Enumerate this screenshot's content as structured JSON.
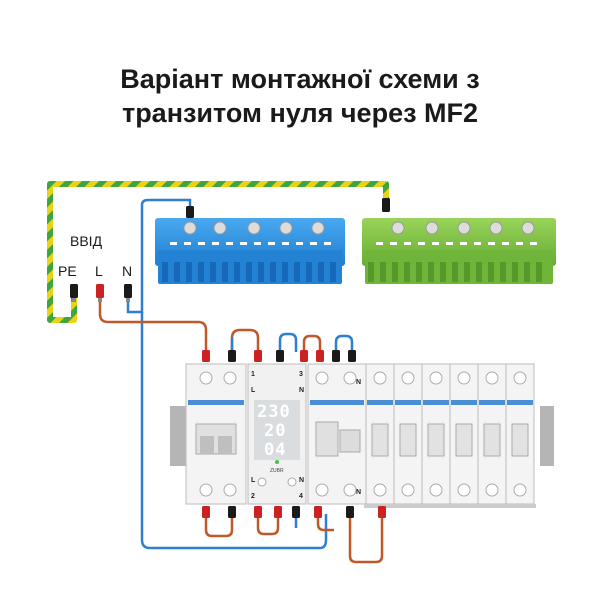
{
  "title": {
    "line1": "Варіант монтажної схеми з",
    "line2": "транзитом нуля через MF2"
  },
  "input": {
    "label": "ВВІД",
    "pe": "PE",
    "l": "L",
    "n": "N"
  },
  "relay": {
    "voltage": "230",
    "current": "20",
    "power": "04",
    "brand": "ZUBR",
    "terminal_top_1": "1",
    "terminal_top_3": "3",
    "terminal_bottom_2": "2",
    "terminal_bottom_4": "4",
    "terminal_top_l": "L",
    "terminal_top_n": "N",
    "terminal_bottom_l": "L",
    "terminal_bottom_n": "N"
  },
  "breakers": {
    "n_top": "N",
    "n_bottom": "N"
  },
  "colors": {
    "phase": "#c0582a",
    "neutral": "#2f7fd0",
    "ground_yellow": "#e8d414",
    "ground_green": "#3fa63f",
    "bus_blue": "#2b8fe0",
    "bus_green": "#7ac142",
    "plug_red": "#cc2222",
    "plug_black": "#1a1a1a"
  }
}
